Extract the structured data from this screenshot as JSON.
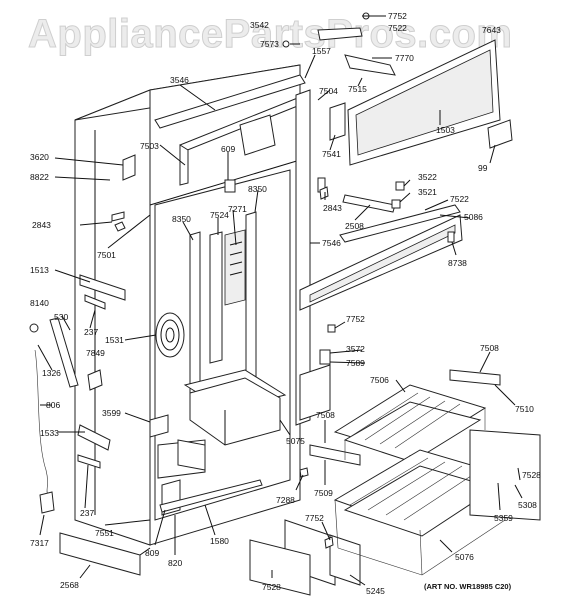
{
  "watermark": "AppliancePartsPros.com",
  "art_number": "(ART NO. WR18985 C20)",
  "labels": {
    "l7752a": "7752",
    "l3542": "3542",
    "l7573": "7573",
    "l7522a": "7522",
    "l7770": "7770",
    "l7643": "7643",
    "l1557": "1557",
    "l7504": "7504",
    "l7515": "7515",
    "l3546": "3546",
    "l1503": "1503",
    "l7503": "7503",
    "l609": "609",
    "l7541": "7541",
    "l99": "99",
    "l3620": "3620",
    "l8822": "8822",
    "l3522": "3522",
    "l3521": "3521",
    "l7522b": "7522",
    "l5086": "5086",
    "l8350a": "8350",
    "l7271": "7271",
    "l2843a": "2843",
    "l2508": "2508",
    "l2843b": "2843",
    "l8350b": "8350",
    "l7524": "7524",
    "l7501": "7501",
    "l7546": "7546",
    "l8738": "8738",
    "l1513": "1513",
    "l8140": "8140",
    "l530": "530",
    "l237a": "237",
    "l1531": "1531",
    "l7752b": "7752",
    "l3572": "3572",
    "l7589": "7589",
    "l7508a": "7508",
    "l7849": "7849",
    "l1326": "1326",
    "l7506": "7506",
    "l7510": "7510",
    "l806": "806",
    "l3599": "3599",
    "l7508b": "7508",
    "l5075": "5075",
    "l1533": "1533",
    "l7528a": "7528",
    "l5308": "5308",
    "l7288": "7288",
    "l7509": "7509",
    "l5359": "5359",
    "l237b": "237",
    "l7317": "7317",
    "l7551": "7551",
    "l809": "809",
    "l820": "820",
    "l1580": "1580",
    "l7752c": "7752",
    "l5076": "5076",
    "l2568": "2568",
    "l7528b": "7528",
    "l5245": "5245"
  }
}
